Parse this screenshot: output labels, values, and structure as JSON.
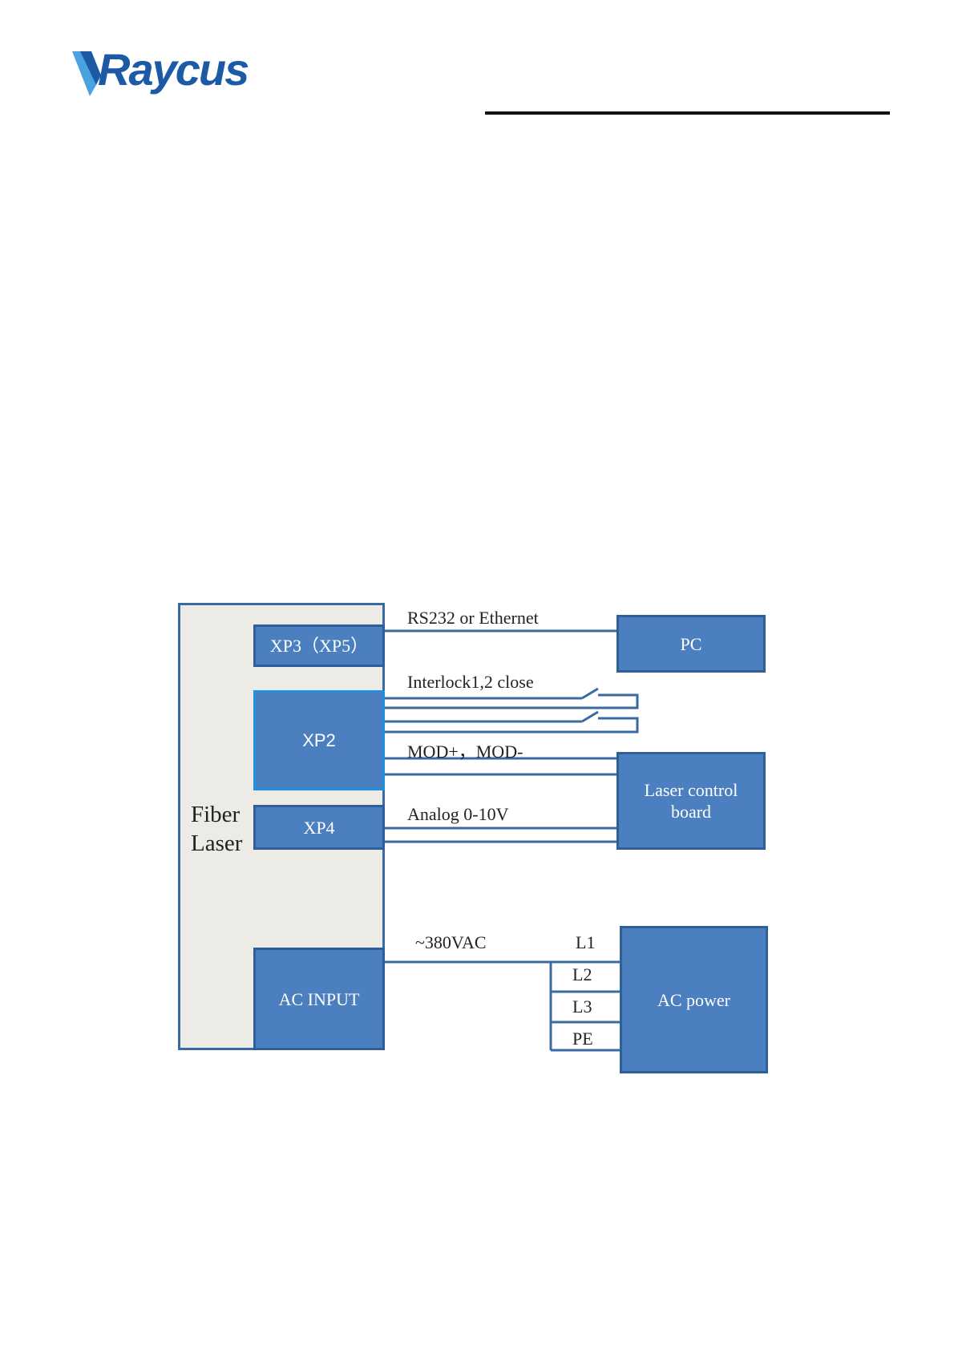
{
  "header": {
    "logo_text": "Raycus"
  },
  "diagram": {
    "fiber_laser": {
      "line1": "Fiber",
      "line2": "Laser"
    },
    "ports": {
      "xp3": "XP3（XP5）",
      "xp2": "XP2",
      "xp4": "XP4",
      "ac_input": "AC INPUT"
    },
    "devices": {
      "pc": "PC",
      "laser_control_line1": "Laser control",
      "laser_control_line2": "board",
      "ac_power": "AC power"
    },
    "wires": {
      "rs232": "RS232 or Ethernet",
      "interlock": "Interlock1,2 close",
      "mod": "MOD+，MOD-",
      "analog": "Analog 0-10V",
      "ac_voltage": "~380VAC"
    },
    "phases": [
      "L1",
      "L2",
      "L3",
      "PE"
    ]
  },
  "colors": {
    "block_fill": "#4c7fbf",
    "line": "#3b6aa3",
    "panel_fill": "#ecebe5",
    "logo_blue": "#1d5aa6"
  }
}
